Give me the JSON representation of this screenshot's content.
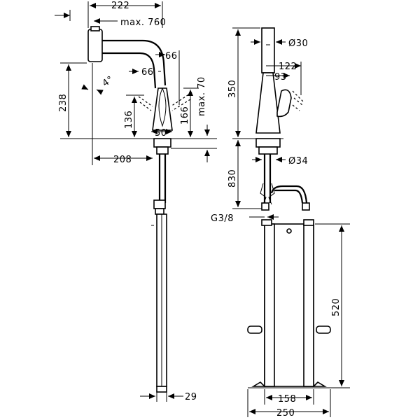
{
  "drawing": {
    "side_view": {
      "width_top": "222",
      "max_reach": "max. 760",
      "spout_height": "238",
      "angle": "4°",
      "offset_a": "66",
      "offset_b": "66",
      "swivel_low": "136",
      "swivel_high": "166",
      "max_height": "max. 70",
      "base_width": "50",
      "projection": "208",
      "hose_diameter": "29"
    },
    "front_view": {
      "top_diameter": "Ø30",
      "height_upper": "350",
      "handle_reach": "122",
      "handle_offset": "93",
      "base_diameter": "Ø34",
      "hose_length": "830",
      "thread": "G3/8",
      "box_height": "520",
      "box_inner_width": "158",
      "box_outer_width": "250"
    }
  }
}
